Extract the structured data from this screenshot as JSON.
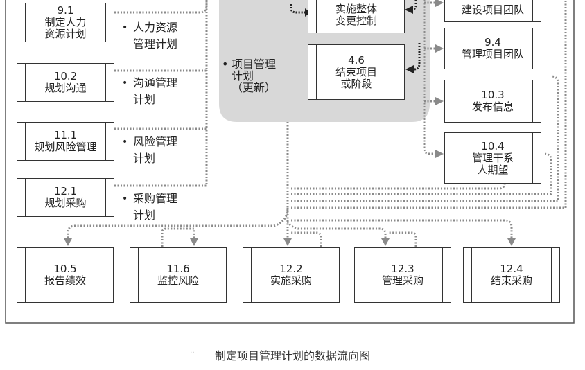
{
  "left_processes": [
    {
      "num": "9.1",
      "name_lines": [
        "制定人力",
        "资源计划"
      ]
    },
    {
      "num": "10.2",
      "name_lines": [
        "规划沟通"
      ]
    },
    {
      "num": "11.1",
      "name_lines": [
        "规划风险管理"
      ]
    },
    {
      "num": "12.1",
      "name_lines": [
        "规划采购"
      ]
    }
  ],
  "left_outputs": [
    {
      "lines": [
        "人力资源",
        "管理计划"
      ]
    },
    {
      "lines": [
        "沟通管理",
        "计划"
      ]
    },
    {
      "lines": [
        "风险管理",
        "计划"
      ]
    },
    {
      "lines": [
        "采购管理",
        "计划"
      ]
    }
  ],
  "center_output": {
    "lines": [
      "项目管理",
      "计划",
      "（更新）"
    ]
  },
  "center_processes": [
    {
      "num": "",
      "name_lines": [
        "实施整体",
        "变更控制"
      ]
    },
    {
      "num": "4.6",
      "name_lines": [
        "结束项目",
        "或阶段"
      ]
    }
  ],
  "right_processes": [
    {
      "num": "",
      "name_lines": [
        "建设项目团队"
      ]
    },
    {
      "num": "9.4",
      "name_lines": [
        "管理项目团队"
      ]
    },
    {
      "num": "10.3",
      "name_lines": [
        "发布信息"
      ]
    },
    {
      "num": "10.4",
      "name_lines": [
        "管理干系",
        "人期望"
      ]
    }
  ],
  "bottom_processes": [
    {
      "num": "10.5",
      "name_lines": [
        "报告绩效"
      ]
    },
    {
      "num": "11.6",
      "name_lines": [
        "监控风险"
      ]
    },
    {
      "num": "12.2",
      "name_lines": [
        "实施采购"
      ]
    },
    {
      "num": "12.3",
      "name_lines": [
        "管理采购"
      ]
    },
    {
      "num": "12.4",
      "name_lines": [
        "结束采购"
      ]
    }
  ],
  "caption": "制定项目管理计划的数据流向图",
  "caption_mark": "..",
  "colors": {
    "line": "#8a8a8a",
    "shade": "#d8d8d8",
    "box_border": "#333333",
    "frame": "#555555"
  }
}
